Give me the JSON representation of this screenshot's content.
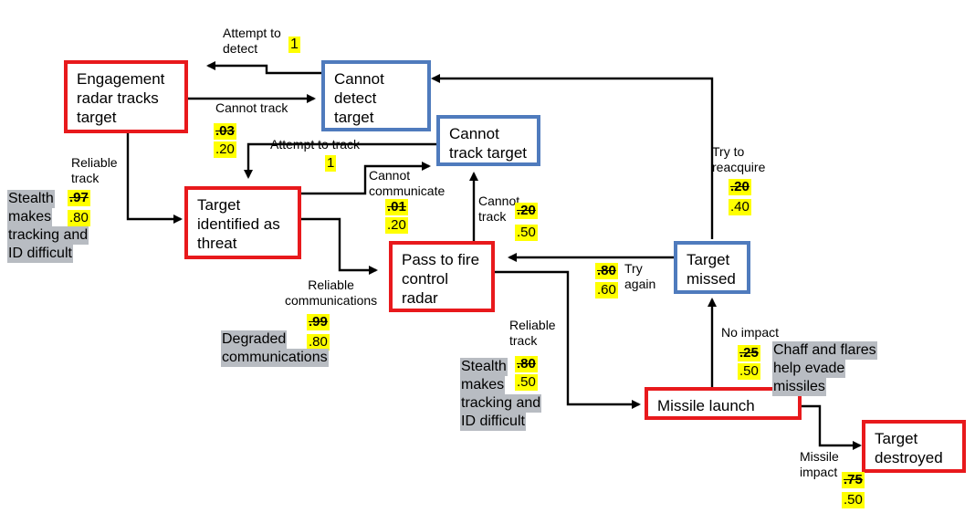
{
  "colors": {
    "outcome_box_border": "#e8191c",
    "failure_box_border": "#4f7bbd",
    "probability_highlight": "#ffff00",
    "note_highlight": "#b8bcc2"
  },
  "nodes": {
    "engagement_radar": "Engagement\nradar tracks\ntarget",
    "cannot_detect": "Cannot\ndetect\ntarget",
    "cannot_track": "Cannot\ntrack target",
    "target_identified": "Target\nidentified as\nthreat",
    "pass_to_fire_control": "Pass to fire\ncontrol\nradar",
    "target_missed": "Target\nmissed",
    "missile_launch": "Missile launch",
    "target_destroyed": "Target\ndestroyed"
  },
  "edge_labels": {
    "attempt_to_detect": "Attempt to\ndetect",
    "cannot_track_1": "Cannot track",
    "attempt_to_track": "Attempt to track",
    "reliable_track_1": "Reliable\ntrack",
    "cannot_communicate": "Cannot\ncommunicate",
    "cannot_track_2": "Cannot\ntrack",
    "reliable_communications": "Reliable\ncommunications",
    "try_to_reacquire": "Try to\nreacquire",
    "try_again": "Try\nagain",
    "reliable_track_2": "Reliable\ntrack",
    "no_impact": "No impact",
    "missile_impact": "Missile\nimpact"
  },
  "probabilities": {
    "attempt_to_detect": "1",
    "cannot_track_old": ".03",
    "cannot_track_new": ".20",
    "attempt_to_track": "1",
    "reliable_track_old": ".97",
    "reliable_track_new": ".80",
    "cannot_communicate_old": ".01",
    "cannot_communicate_new": ".20",
    "cannot_track2_old": ".20",
    "cannot_track2_new": ".50",
    "reliable_comms_old": ".99",
    "reliable_comms_new": ".80",
    "reacquire_old": ".20",
    "reacquire_new": ".40",
    "try_again_old": ".80",
    "try_again_new": ".60",
    "reliable_track2_old": ".80",
    "reliable_track2_new": ".50",
    "no_impact_old": ".25",
    "no_impact_new": ".50",
    "missile_impact_old": ".75",
    "missile_impact_new": ".50"
  },
  "notes": {
    "stealth_1": [
      "Stealth",
      "makes",
      "tracking and",
      "ID difficult"
    ],
    "degraded": [
      "Degraded",
      "communications"
    ],
    "stealth_2": [
      "Stealth",
      "makes",
      "tracking and",
      "ID difficult"
    ],
    "chaff": [
      "Chaff and flares",
      "help evade",
      "missiles"
    ]
  }
}
